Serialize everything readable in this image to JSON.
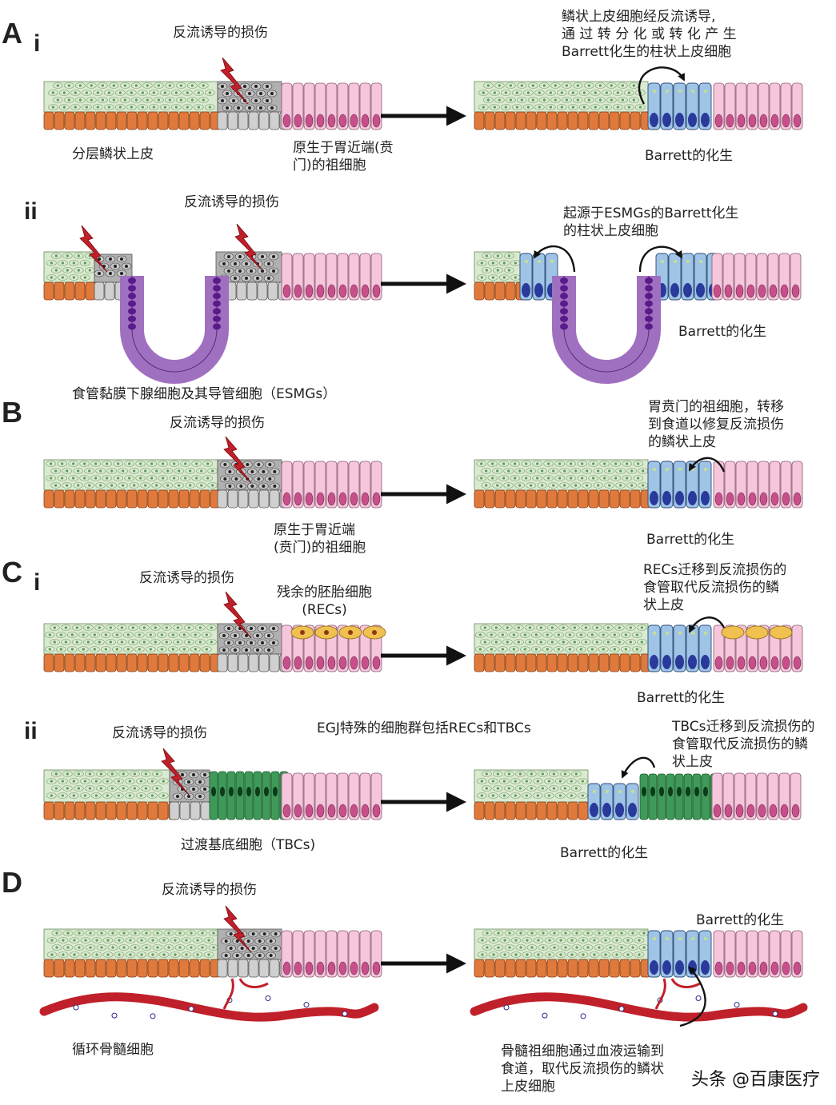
{
  "panels": {
    "A": {
      "letter": "A",
      "i": {
        "numeral": "i",
        "injury": "反流诱导的损伤",
        "squamous": "分层鳞状上皮",
        "progenitor": "原生于胃近端(贲\n门)的祖细胞",
        "result_note": "鳞状上皮细胞经反流诱导,\n通 过 转 分 化 或 转 化 产 生\nBarrett化生的柱状上皮细胞",
        "result": "Barrett的化生"
      },
      "ii": {
        "numeral": "ii",
        "injury": "反流诱导的损伤",
        "glands": "食管黏膜下腺细胞及其导管细胞（ESMGs）",
        "result_note": "起源于ESMGs的Barrett化生\n的柱状上皮细胞",
        "result": "Barrett的化生"
      }
    },
    "B": {
      "letter": "B",
      "injury": "反流诱导的损伤",
      "progenitor": "原生于胃近端\n(贲门)的祖细胞",
      "result_note": "胃贲门的祖细胞，转移\n到食道以修复反流损伤\n的鳞状上皮",
      "result": "Barrett的化生"
    },
    "C": {
      "letter": "C",
      "i": {
        "numeral": "i",
        "injury": "反流诱导的损伤",
        "recs": "残余的胚胎细胞\n(RECs)",
        "result_note": "RECs迁移到反流损伤的\n食管取代反流损伤的鳞\n状上皮",
        "result": "Barrett的化生"
      },
      "ii": {
        "numeral": "ii",
        "injury": "反流诱导的损伤",
        "egj": "EGJ特殊的细胞群包括RECs和TBCs",
        "tbcs": "过渡基底细胞（TBCs)",
        "result_note": "TBCs迁移到反流损伤的\n食管取代反流损伤的鳞\n状上皮",
        "result": "Barrett的化生"
      }
    },
    "D": {
      "letter": "D",
      "injury": "反流诱导的损伤",
      "bone_marrow": "循环骨髓细胞",
      "result": "Barrett的化生",
      "result_note": "骨髓祖细胞通过血液运输到\n食道，取代反流损伤的鳞状\n上皮细胞"
    }
  },
  "watermark": "头条 @百康医疗",
  "colors": {
    "squamous": "#d9ead0",
    "basal": "#e07a3c",
    "injured": "#9a9a9a",
    "columnar": "#f5c6dc",
    "barrett": "#9fc4e6",
    "gland": "#a070c0",
    "tbc": "#3f9a5a",
    "rec": "#f0c050",
    "vessel": "#c0202a",
    "bolt": "#c0202a"
  }
}
